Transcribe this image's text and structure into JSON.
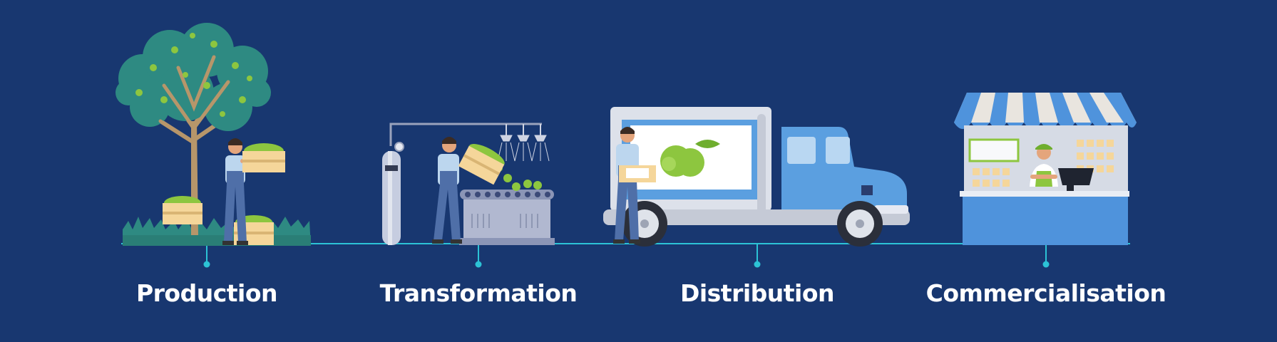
{
  "stages": [
    {
      "id": "production",
      "label": "Production"
    },
    {
      "id": "transformation",
      "label": "Transformation"
    },
    {
      "id": "distribution",
      "label": "Distribution"
    },
    {
      "id": "commercialisation",
      "label": "Commercialisation"
    }
  ],
  "colors": {
    "background": "#183770",
    "timeline": "#2cc3d6",
    "apple_green": "#8dc63f",
    "truck_blue": "#5b9fe0",
    "tree_foliage": "#2e8a82",
    "crate": "#f5d69a"
  }
}
